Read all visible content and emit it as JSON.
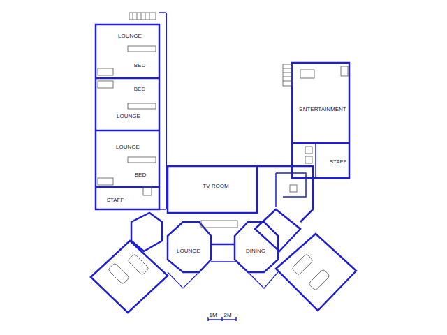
{
  "diagram": {
    "labels": [
      "LOUNGE",
      "BED",
      "BED",
      "ENTERTAINMENT",
      "LOUNGE",
      "LOUNGE",
      "STAFF",
      "BED",
      "TV ROOM",
      "STAFF",
      "LOUNGE",
      "DINING",
      "1M",
      "2M"
    ]
  }
}
